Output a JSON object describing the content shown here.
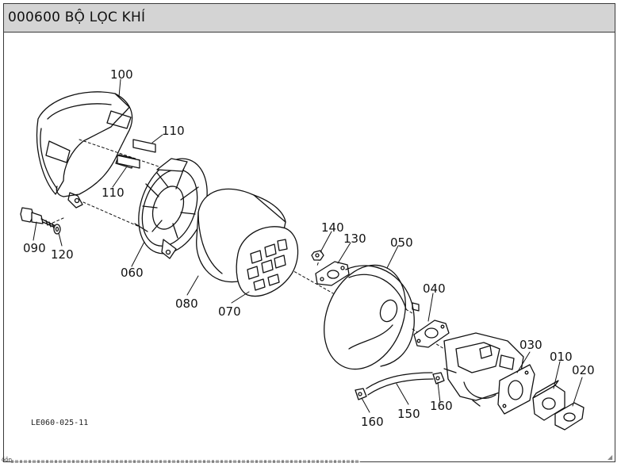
{
  "header": {
    "title": "000600 BỘ LỌC KHÍ"
  },
  "diagram": {
    "reference_code": "LE060-025-11",
    "part_labels": {
      "p100": "100",
      "p110a": "110",
      "p110b": "110",
      "p090": "090",
      "p120": "120",
      "p060": "060",
      "p080": "080",
      "p070": "070",
      "p140": "140",
      "p130": "130",
      "p050": "050",
      "p040": "040",
      "p030": "030",
      "p010": "010",
      "p020": "020",
      "p160a": "160",
      "p160b": "160",
      "p150": "150"
    }
  },
  "footer": {
    "text": "ồồn"
  },
  "colors": {
    "header_bg": "#d4d4d4",
    "border": "#3a3a3a",
    "line": "#111111"
  }
}
